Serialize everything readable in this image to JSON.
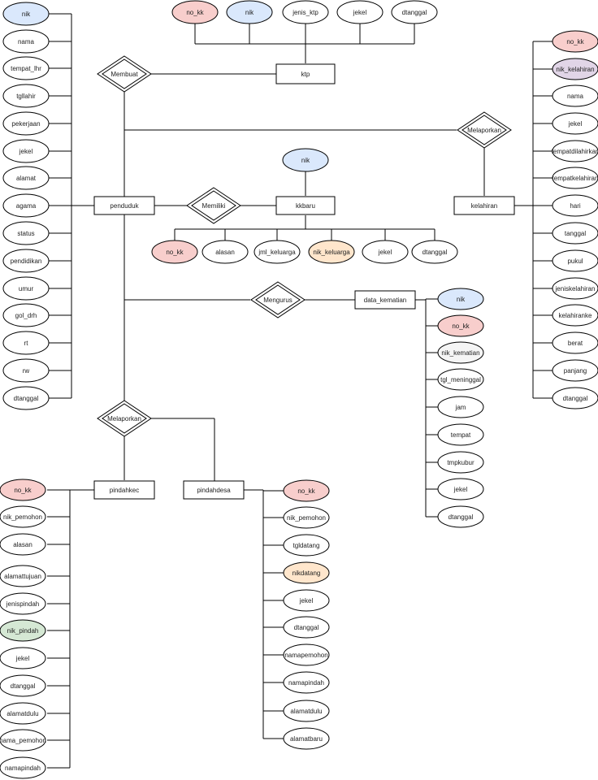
{
  "colors": {
    "white": "#ffffff",
    "red": "#f8cecc",
    "blue": "#dae8fc",
    "orange": "#ffe6cc",
    "purple": "#e1d5e7",
    "green": "#d5e8d4",
    "grey": "#f5f5f5",
    "line": "#000000"
  },
  "entities": {
    "ktp": "ktp",
    "penduduk": "penduduk",
    "kkbaru": "kkbaru",
    "kelahiran": "kelahiran",
    "data_kematian": "data_kematian",
    "pindahkec": "pindahkec",
    "pindahdesa": "pindahdesa"
  },
  "relationships": {
    "membuat": "Membuat",
    "melaporkan_kelahiran": "Melaporkan",
    "memiliki": "Memiliki",
    "mengurus": "Mengurus",
    "melaporkan_pindah": "Melaporkan"
  },
  "attributes": {
    "ktp": [
      {
        "label": "no_kk",
        "color": "red"
      },
      {
        "label": "nik",
        "color": "blue"
      },
      {
        "label": "jenis_ktp",
        "color": "white"
      },
      {
        "label": "jekel",
        "color": "white"
      },
      {
        "label": "dtanggal",
        "color": "white"
      }
    ],
    "penduduk": [
      {
        "label": "nik",
        "color": "blue"
      },
      {
        "label": "nama",
        "color": "white"
      },
      {
        "label": "tempat_lhr",
        "color": "white"
      },
      {
        "label": "tgllahir",
        "color": "white"
      },
      {
        "label": "pekerjaan",
        "color": "white"
      },
      {
        "label": "jekel",
        "color": "white"
      },
      {
        "label": "alamat",
        "color": "white"
      },
      {
        "label": "agama",
        "color": "white"
      },
      {
        "label": "status",
        "color": "white"
      },
      {
        "label": "pendidikan",
        "color": "white"
      },
      {
        "label": "umur",
        "color": "white"
      },
      {
        "label": "gol_drh",
        "color": "white"
      },
      {
        "label": "rt",
        "color": "white"
      },
      {
        "label": "rw",
        "color": "white"
      },
      {
        "label": "dtanggal",
        "color": "white"
      }
    ],
    "kkbaru_top": [
      {
        "label": "nik",
        "color": "blue"
      }
    ],
    "kkbaru": [
      {
        "label": "no_kk",
        "color": "red"
      },
      {
        "label": "alasan",
        "color": "white"
      },
      {
        "label": "jml_keluarga",
        "color": "white"
      },
      {
        "label": "nik_keluarga",
        "color": "orange"
      },
      {
        "label": "jekel",
        "color": "white"
      },
      {
        "label": "dtanggal",
        "color": "white"
      }
    ],
    "kelahiran": [
      {
        "label": "no_kk",
        "color": "red"
      },
      {
        "label": "nik_kelahiran",
        "color": "purple"
      },
      {
        "label": "nama",
        "color": "white"
      },
      {
        "label": "jekel",
        "color": "white"
      },
      {
        "label": "tempatdilahirkan",
        "color": "white"
      },
      {
        "label": "tempatkelahiran",
        "color": "white"
      },
      {
        "label": "hari",
        "color": "white"
      },
      {
        "label": "tanggal",
        "color": "white"
      },
      {
        "label": "pukul",
        "color": "white"
      },
      {
        "label": "jeniskelahiran",
        "color": "white"
      },
      {
        "label": "kelahiranke",
        "color": "white"
      },
      {
        "label": "berat",
        "color": "white"
      },
      {
        "label": "panjang",
        "color": "white"
      },
      {
        "label": "dtanggal",
        "color": "white"
      }
    ],
    "data_kematian": [
      {
        "label": "nik",
        "color": "blue"
      },
      {
        "label": "no_kk",
        "color": "red"
      },
      {
        "label": "nik_kematian",
        "color": "grey"
      },
      {
        "label": "tgl_meninggal",
        "color": "white"
      },
      {
        "label": "jam",
        "color": "white"
      },
      {
        "label": "tempat",
        "color": "white"
      },
      {
        "label": "tmpkubur",
        "color": "white"
      },
      {
        "label": "jekel",
        "color": "white"
      },
      {
        "label": "dtanggal",
        "color": "white"
      }
    ],
    "pindahkec": [
      {
        "label": "no_kk",
        "color": "red"
      },
      {
        "label": "nik_pemohon",
        "color": "white"
      },
      {
        "label": "alasan",
        "color": "white"
      },
      {
        "label": "alamattujuan",
        "color": "white"
      },
      {
        "label": "jenispindah",
        "color": "white"
      },
      {
        "label": "nik_pindah",
        "color": "green"
      },
      {
        "label": "jekel",
        "color": "white"
      },
      {
        "label": "dtanggal",
        "color": "white"
      },
      {
        "label": "alamatdulu",
        "color": "white"
      },
      {
        "label": "nama_pemohon",
        "color": "white"
      },
      {
        "label": "namapindah",
        "color": "white"
      }
    ],
    "pindahdesa": [
      {
        "label": "no_kk",
        "color": "red"
      },
      {
        "label": "nik_pemohon",
        "color": "white"
      },
      {
        "label": "tgldatang",
        "color": "white"
      },
      {
        "label": "nikdatang",
        "color": "orange"
      },
      {
        "label": "jekel",
        "color": "white"
      },
      {
        "label": "dtanggal",
        "color": "white"
      },
      {
        "label": "namapemohon",
        "color": "white"
      },
      {
        "label": "namapindah",
        "color": "white"
      },
      {
        "label": "alamatdulu",
        "color": "white"
      },
      {
        "label": "alamatbaru",
        "color": "white"
      }
    ]
  }
}
